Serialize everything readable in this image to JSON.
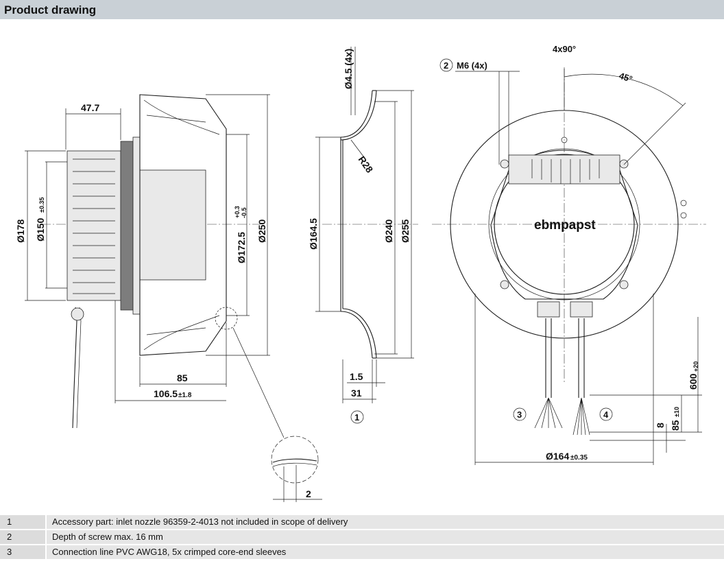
{
  "header": {
    "title": "Product drawing"
  },
  "dimensions": {
    "d_47_7": "47.7",
    "d_178": "Ø178",
    "d_150": "Ø150",
    "d_150_tol": "±0.35",
    "d_172_5": "Ø172.5",
    "d_172_5_tol_up": "+0.3",
    "d_172_5_tol_dn": "-0.5",
    "d_250": "Ø250",
    "d_85": "85",
    "d_106_5": "106.5",
    "d_106_5_tol": "±1.8",
    "d_4_5": "Ø4.5 (4x)",
    "d_r28": "R28",
    "d_164_5": "Ø164.5",
    "d_240": "Ø240",
    "d_255": "Ø255",
    "d_1_5": "1.5",
    "d_31": "31",
    "d_2": "2",
    "d_m6": "M6 (4x)",
    "d_4x90": "4x90°",
    "d_45": "45°",
    "d_600": "600",
    "d_600_tol": "+20",
    "d_85_10": "85",
    "d_85_10_tol": "±10",
    "d_8": "8",
    "d_164": "Ø164",
    "d_164_tol": "±0.35"
  },
  "callouts": {
    "c1": "1",
    "c2": "2",
    "c3": "3",
    "c4": "4"
  },
  "brand": "ebmpapst",
  "notes": [
    {
      "num": "1",
      "text": "Accessory part: inlet nozzle 96359-2-4013 not included in scope of delivery"
    },
    {
      "num": "2",
      "text": "Depth of screw max. 16 mm"
    },
    {
      "num": "3",
      "text": "Connection line PVC AWG18, 5x crimped core-end sleeves"
    }
  ]
}
